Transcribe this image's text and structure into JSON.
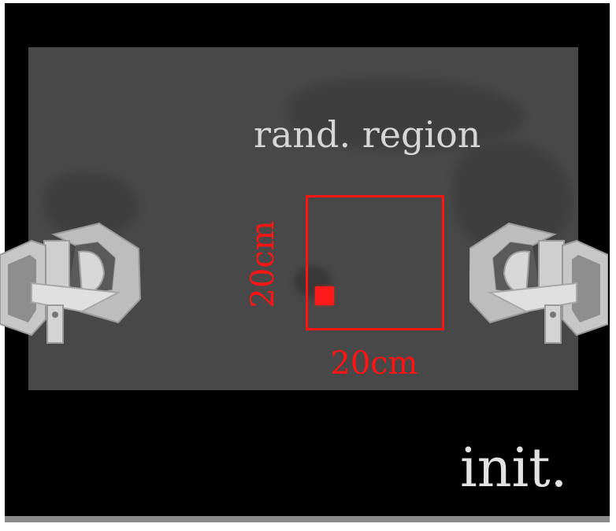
{
  "scene": {
    "region_label": "rand. region",
    "width_label": "20cm",
    "height_label": "20cm",
    "stage_label": "init.",
    "colors": {
      "background": "#000000",
      "table": "#474847",
      "region_outline": "#ff1414",
      "object": "#ff1a1a",
      "label_text": "#d6d6d6",
      "gripper": "#c8c8c8"
    },
    "icons": {
      "left_gripper": "robot-gripper-left-icon",
      "right_gripper": "robot-gripper-right-icon"
    }
  }
}
